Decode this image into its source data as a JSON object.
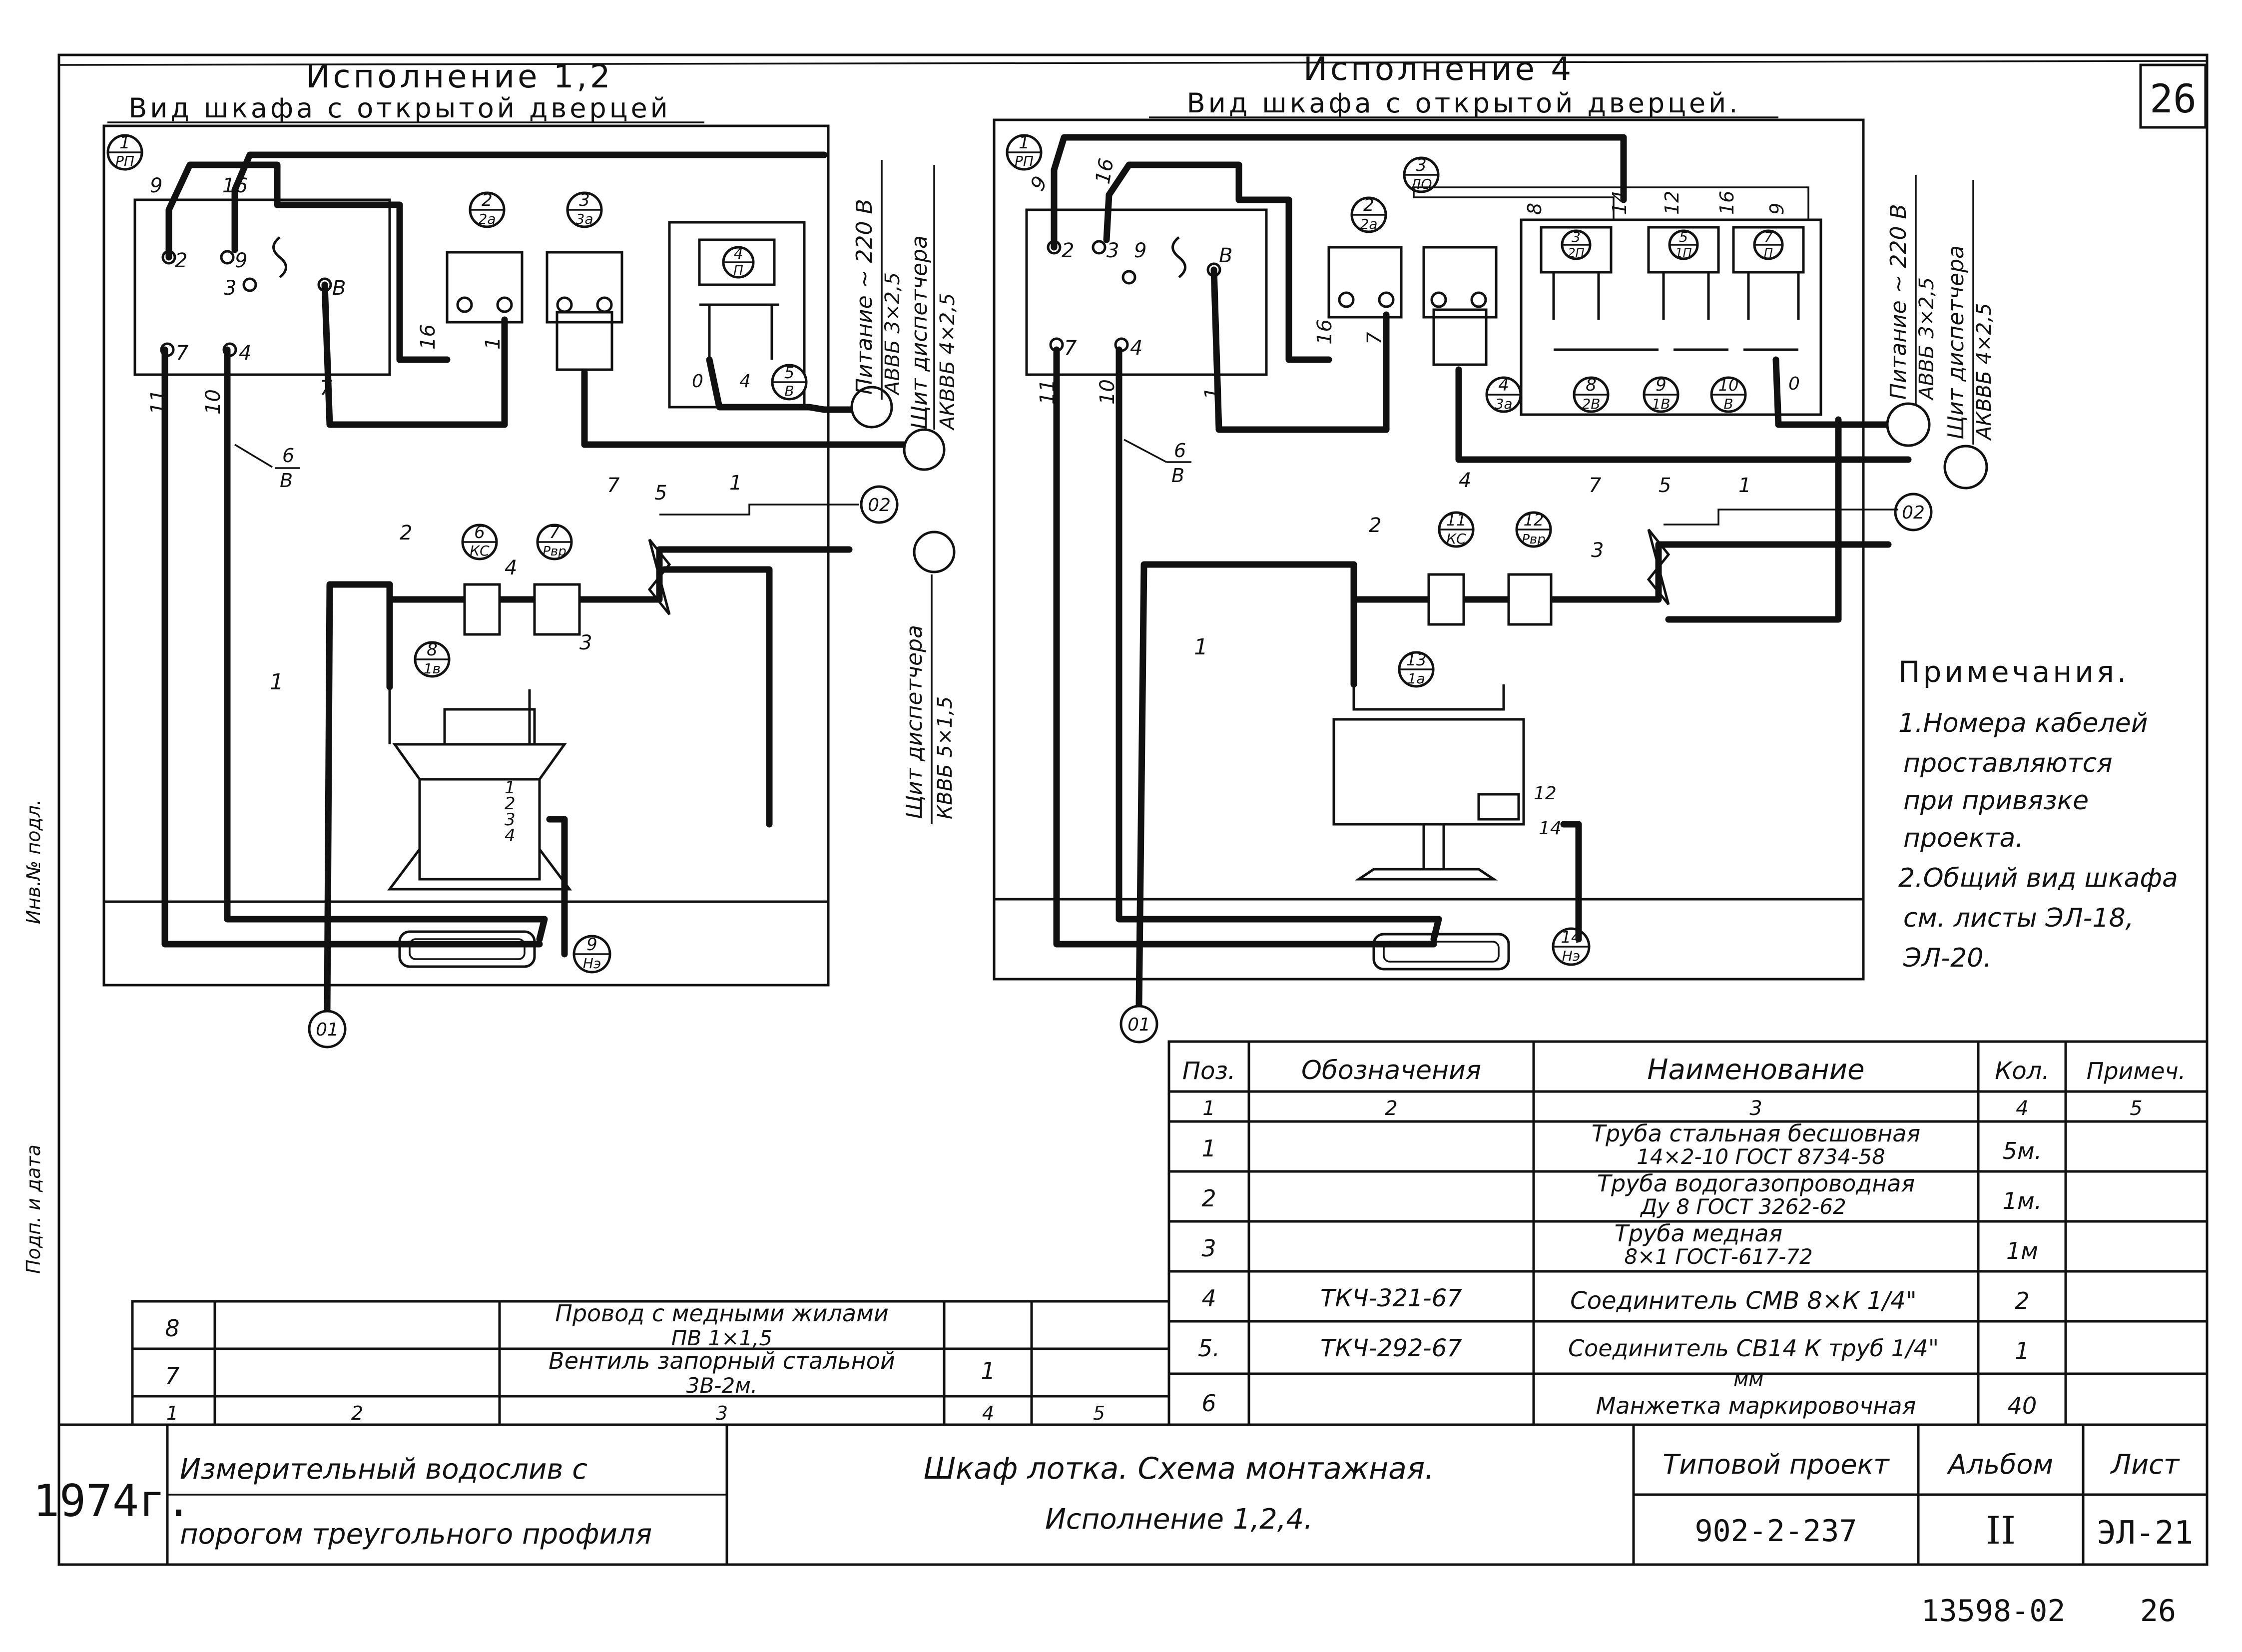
{
  "sheet_number": "26",
  "left_view": {
    "title": "Исполнение 1,2",
    "subtitle": "Вид шкафа с открытой дверцей",
    "circles": [
      "01",
      "02"
    ],
    "callouts": [
      {
        "num": "1",
        "code": "РП"
      },
      {
        "num": "2",
        "code": "2а"
      },
      {
        "num": "3",
        "code": "3а"
      },
      {
        "num": "4",
        "code": "П"
      },
      {
        "num": "5",
        "code": "В"
      },
      {
        "num": "6",
        "code": "КС"
      },
      {
        "num": "7",
        "code": "Рвр"
      },
      {
        "num": "8",
        "code": "1в"
      },
      {
        "num": "9",
        "code": "Нэ"
      },
      {
        "num": "6",
        "code": "В"
      }
    ],
    "pipe_labels": [
      "1",
      "2",
      "3",
      "4",
      "5",
      "7"
    ],
    "wire_labels": [
      "9",
      "16",
      "2",
      "3",
      "9",
      "В",
      "7",
      "4",
      "11",
      "10",
      "7",
      "16",
      "1",
      "0",
      "4",
      "1",
      "2",
      "3",
      "4"
    ],
    "cable_power": "Питание ~ 220 В",
    "cable_power_type": "АВВБ 3×2,5",
    "cable_disp": "Щит диспетчера",
    "cable_disp_type": "АКВВБ 4×2,5",
    "cable_disp2": "Щит диспетчера",
    "cable_disp2_type": "КВВБ 5×1,5"
  },
  "right_view": {
    "title": "Исполнение 4",
    "subtitle": "Вид шкафа с открытой дверцей.",
    "callouts": [
      {
        "num": "1",
        "code": "РП"
      },
      {
        "num": "2",
        "code": "2а"
      },
      {
        "num": "3",
        "code": "ЛО"
      },
      {
        "num": "3",
        "code": "2П"
      },
      {
        "num": "5",
        "code": "1П"
      },
      {
        "num": "7",
        "code": "П"
      },
      {
        "num": "4",
        "code": "3а"
      },
      {
        "num": "8",
        "code": "2В"
      },
      {
        "num": "9",
        "code": "1В"
      },
      {
        "num": "10",
        "code": "В"
      },
      {
        "num": "11",
        "code": "КС"
      },
      {
        "num": "12",
        "code": "Рвр"
      },
      {
        "num": "13",
        "code": "1а"
      },
      {
        "num": "14",
        "code": "Нэ"
      },
      {
        "num": "6",
        "code": "В"
      }
    ],
    "wire_labels": [
      "9",
      "16",
      "2",
      "3",
      "9",
      "В",
      "7",
      "4",
      "11",
      "10",
      "1",
      "16",
      "7",
      "8",
      "14",
      "12",
      "16",
      "9",
      "12",
      "14",
      "0"
    ],
    "pipe_labels": [
      "1",
      "2",
      "3",
      "4",
      "5",
      "7"
    ],
    "cable_power": "Питание ~ 220 В",
    "cable_power_type": "АВВБ 3×2,5",
    "cable_disp": "Щит диспетчера",
    "cable_disp_type": "АКВВБ 4×2,5",
    "circles": [
      "01",
      "02"
    ]
  },
  "notes": {
    "heading": "Примечания.",
    "lines": [
      "1.Номера кабелей",
      "проставляются",
      "при привязке",
      "проекта.",
      "2.Общий вид шкафа",
      "см. листы ЭЛ-18,",
      "ЭЛ-20."
    ]
  },
  "spec_table": {
    "headers": [
      "Поз.",
      "Обозначения",
      "Наименование",
      "Кол.",
      "Примеч."
    ],
    "col_numbers": [
      "1",
      "2",
      "3",
      "4",
      "5"
    ],
    "rows": [
      {
        "pos": "1",
        "code": "",
        "name1": "Труба стальная бесшовная",
        "name2": "14×2-10 ГОСТ 8734-58",
        "qty": "5м.",
        "note": ""
      },
      {
        "pos": "2",
        "code": "",
        "name1": "Труба водогазопроводная",
        "name2": "Ду 8 ГОСТ 3262-62",
        "qty": "1м.",
        "note": ""
      },
      {
        "pos": "3",
        "code": "",
        "name1": "Труба медная",
        "name2": "8×1 ГОСТ-617-72",
        "qty": "1м",
        "note": ""
      },
      {
        "pos": "4",
        "code": "ТКЧ-321-67",
        "name1": "Соединитель СМВ 8×К 1/4\"",
        "name2": "",
        "qty": "2",
        "note": ""
      },
      {
        "pos": "5.",
        "code": "ТКЧ-292-67",
        "name1": "Соединитель СВ14 К труб 1/4\"",
        "name2": "мм",
        "qty": "1",
        "note": ""
      },
      {
        "pos": "6",
        "code": "",
        "name1": "Манжетка маркировочная",
        "name2": "",
        "qty": "40",
        "note": ""
      }
    ]
  },
  "left_table": {
    "rows": [
      {
        "pos": "8",
        "code": "",
        "name1": "Провод с медными жилами",
        "name2": "ПВ 1×1,5",
        "qty": "",
        "note": ""
      },
      {
        "pos": "7",
        "code": "",
        "name1": "Вентиль запорный стальной",
        "name2": "3В-2м.",
        "qty": "1",
        "note": ""
      }
    ],
    "col_numbers": [
      "1",
      "2",
      "3",
      "4",
      "5"
    ]
  },
  "title_block": {
    "year": "1974г.",
    "object_line1": "Измерительный водослив с",
    "object_line2": "порогом треугольного профиля",
    "drawing_line1": "Шкаф лотка. Схема монтажная.",
    "drawing_line2": "Исполнение 1,2,4.",
    "project_label": "Типовой проект",
    "project_value": "902-2-237",
    "album_label": "Альбом",
    "album_value": "II",
    "sheet_label": "Лист",
    "sheet_value": "ЭЛ-21"
  },
  "footer": {
    "inventory": "13598-02",
    "page": "26"
  },
  "side_stamp": {
    "label1": "Инв.№ подл.",
    "label2": "Подп. и дата"
  }
}
